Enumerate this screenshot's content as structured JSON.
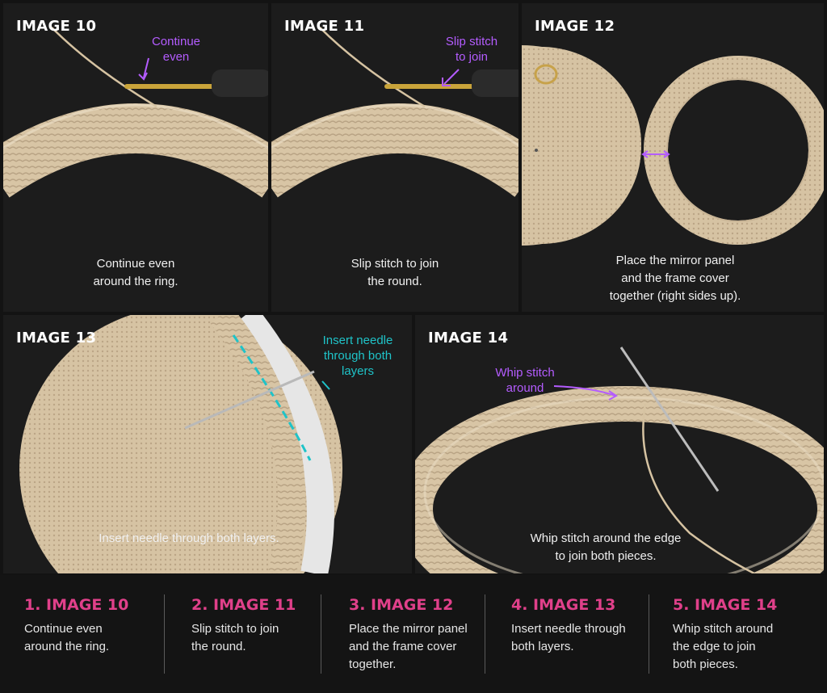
{
  "panels": [
    {
      "title": "IMAGE 10",
      "callout": "Continue\neven",
      "caption": "Continue even\naround the ring."
    },
    {
      "title": "IMAGE 11",
      "callout": "Slip stitch\nto join",
      "caption": "Slip stitch to join\nthe round."
    },
    {
      "title": "IMAGE 12",
      "caption": "Place the mirror panel\nand the frame cover\ntogether (right sides up)."
    },
    {
      "title": "IMAGE 13",
      "callout": "Insert needle\nthrough both\nlayers",
      "caption": "Insert needle through both layers."
    },
    {
      "title": "IMAGE 14",
      "callout": "Whip stitch\naround",
      "caption": "Whip stitch around the edge\nto join both pieces."
    }
  ],
  "steps": [
    {
      "heading": "1. IMAGE 10",
      "text": "Continue even\naround the ring."
    },
    {
      "heading": "2. IMAGE 11",
      "text": "Slip stitch to join\nthe round."
    },
    {
      "heading": "3. IMAGE 12",
      "text": "Place the mirror panel\nand the frame cover\ntogether."
    },
    {
      "heading": "4. IMAGE 13",
      "text": "Insert needle through\nboth layers."
    },
    {
      "heading": "5. IMAGE 14",
      "text": "Whip stitch around\nthe edge to join\nboth pieces."
    }
  ],
  "colors": {
    "accent_purple": "#b45cff",
    "accent_teal": "#1fc3c8",
    "step_heading": "#e0408a",
    "yarn": "#d9c6a8"
  }
}
